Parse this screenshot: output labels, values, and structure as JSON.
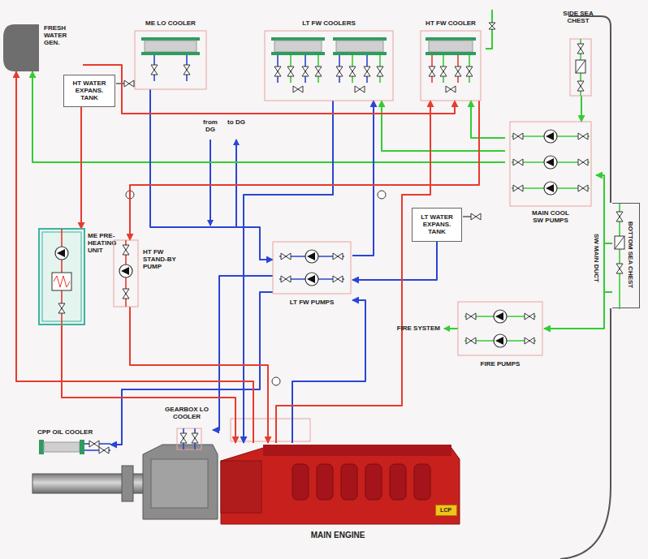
{
  "diagram": {
    "nodes": [
      {
        "text": [
          "FRESH WATER GEN."
        ]
      },
      {
        "text": [
          "ME LO COOLER"
        ]
      },
      {
        "text": [
          "LT FW COOLERS"
        ]
      },
      {
        "text": [
          "HT FW COOLER"
        ]
      },
      {
        "text": [
          "SIDE SEA CHEST"
        ]
      },
      {
        "text": [
          "HT WATER EXPANS. TANK"
        ]
      },
      {
        "text": [
          "LT WATER EXPANS. TANK"
        ]
      },
      {
        "text": [
          "MAIN COOL SW PUMPS"
        ]
      },
      {
        "text": [
          "ME PRE-HEATING UNIT"
        ]
      },
      {
        "text": [
          "HT FW STAND-BY PUMP"
        ]
      },
      {
        "text": [
          "LT FW PUMPS"
        ]
      },
      {
        "text": [
          "FIRE PUMPS"
        ]
      },
      {
        "text": [
          "BOTTOM SEA CHEST"
        ]
      },
      {
        "text": [
          "GEARBOX LO COOLER"
        ]
      },
      {
        "text": [
          "CPP OIL COOLER"
        ]
      },
      {
        "text": [
          "MAIN ENGINE"
        ]
      },
      {
        "text": [
          "LCP"
        ],
        "in": 15
      }
    ],
    "edges": [
      {
        "from": 4,
        "to": 7,
        "arrow": "to"
      },
      {
        "from": 12,
        "to": 7,
        "arrow": "to"
      },
      {
        "from": 12,
        "to": 11,
        "arrow": "to"
      },
      {
        "from": 7,
        "to": 2,
        "arrow": "to"
      },
      {
        "from": 7,
        "to": 3,
        "arrow": "to"
      },
      {
        "from": 7,
        "to": 0,
        "arrow": "to"
      },
      {
        "from": 10,
        "to": 2,
        "arrow": "to"
      },
      {
        "from": 2,
        "to": 15,
        "arrow": "to"
      },
      {
        "from": 1,
        "to": 10,
        "arrow": "to"
      },
      {
        "from": 6,
        "to": 10,
        "arrow": "to"
      },
      {
        "from": 10,
        "to": 13,
        "arrow": "to"
      },
      {
        "from": 10,
        "to": 14,
        "arrow": "to"
      },
      {
        "from": 15,
        "to": 10,
        "arrow": "to"
      },
      {
        "from": 15,
        "to": 3,
        "arrow": "to"
      },
      {
        "from": 15,
        "to": 0,
        "arrow": "to"
      },
      {
        "from": 0,
        "to": 3,
        "arrow": "to"
      },
      {
        "from": 3,
        "to": 9,
        "arrow": "to"
      },
      {
        "from": 9,
        "to": 15,
        "arrow": "to"
      },
      {
        "from": 5,
        "to": 8,
        "arrow": "to"
      },
      {
        "from": 8,
        "to": 15,
        "arrow": "to"
      }
    ],
    "labels": [
      "from DG",
      "to DG",
      "SW MAIN DUCT",
      "FIRE SYSTEM"
    ]
  }
}
